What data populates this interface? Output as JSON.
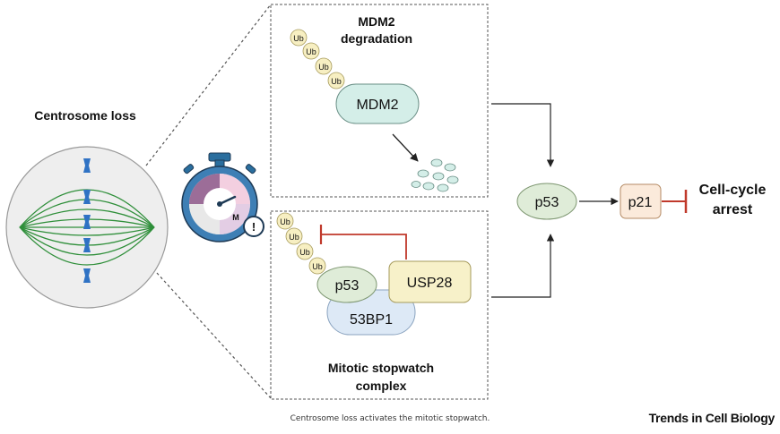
{
  "left": {
    "label": "Centrosome loss"
  },
  "stopwatch": {
    "hand_label": "M",
    "alert_label": "!"
  },
  "top_panel": {
    "title_line1": "MDM2",
    "title_line2": "degradation",
    "ub_tags": [
      "Ub",
      "Ub",
      "Ub",
      "Ub"
    ],
    "protein": "MDM2"
  },
  "bottom_panel": {
    "ub_tags": [
      "Ub",
      "Ub",
      "Ub",
      "Ub"
    ],
    "p53": "p53",
    "usp28": "USP28",
    "bp1": "53BP1",
    "title_line1": "Mitotic stopwatch",
    "title_line2": "complex"
  },
  "pathway": {
    "p53": "p53",
    "p21": "p21",
    "outcome_line1": "Cell-cycle",
    "outcome_line2": "arrest"
  },
  "colors": {
    "mdm2_fill": "#d4eee8",
    "p53_fill": "#dfecd8",
    "p21_fill": "#fbeadb",
    "usp28_fill": "#f7f1c9",
    "bp1_fill": "#dde9f6",
    "ub_fill": "#f7efc2",
    "inhibit_red": "#c0392b",
    "spindle_green": "#2f8f3a",
    "chromosome_blue": "#2f72c4"
  },
  "footer": {
    "caption": "Centrosome loss activates the mitotic stopwatch.",
    "brand": "Trends in Cell Biology"
  }
}
